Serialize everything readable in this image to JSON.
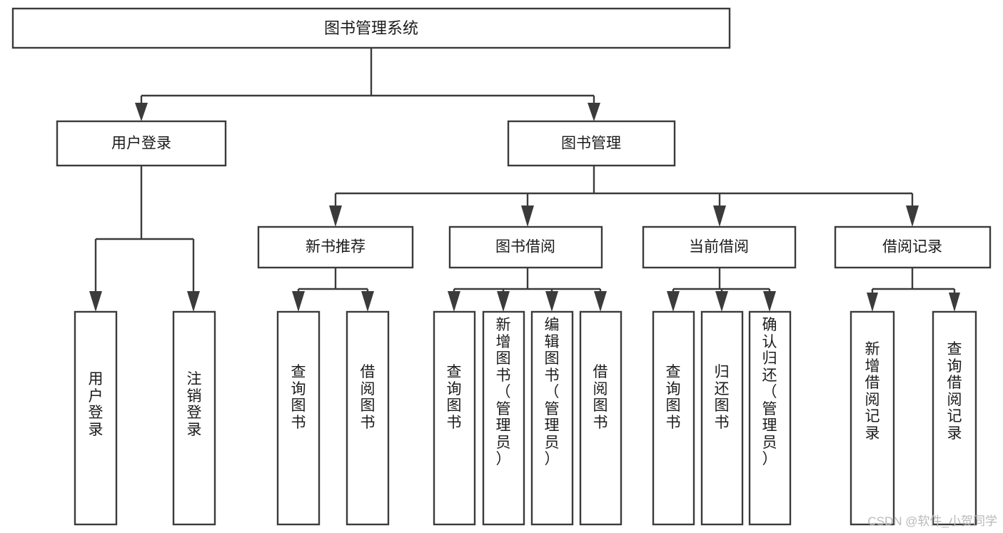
{
  "diagram": {
    "type": "tree",
    "title": "图书管理系统",
    "root": {
      "id": "root",
      "label": "图书管理系统"
    },
    "level2": [
      {
        "id": "user-login",
        "label": "用户登录"
      },
      {
        "id": "book-manage",
        "label": "图书管理"
      }
    ],
    "level3": [
      {
        "id": "new-book-recommend",
        "label": "新书推荐"
      },
      {
        "id": "book-borrow",
        "label": "图书借阅"
      },
      {
        "id": "current-borrow",
        "label": "当前借阅"
      },
      {
        "id": "borrow-record",
        "label": "借阅记录"
      }
    ],
    "leaves": [
      {
        "id": "leaf-user-login",
        "label": "用户登录",
        "parent": "user-login"
      },
      {
        "id": "leaf-logout-login",
        "label": "注销登录",
        "parent": "user-login"
      },
      {
        "id": "leaf-query-book-1",
        "label": "查询图书",
        "parent": "new-book-recommend"
      },
      {
        "id": "leaf-borrow-book-1",
        "label": "借阅图书",
        "parent": "new-book-recommend"
      },
      {
        "id": "leaf-query-book-2",
        "label": "查询图书",
        "parent": "book-borrow"
      },
      {
        "id": "leaf-add-book",
        "label": "新增图书（管理员）",
        "parent": "book-borrow"
      },
      {
        "id": "leaf-edit-book",
        "label": "编辑图书（管理员）",
        "parent": "book-borrow"
      },
      {
        "id": "leaf-borrow-book-2",
        "label": "借阅图书",
        "parent": "book-borrow"
      },
      {
        "id": "leaf-query-book-3",
        "label": "查询图书",
        "parent": "current-borrow"
      },
      {
        "id": "leaf-return-book",
        "label": "归还图书",
        "parent": "current-borrow"
      },
      {
        "id": "leaf-confirm-return",
        "label": "确认归还（管理员）",
        "parent": "current-borrow"
      },
      {
        "id": "leaf-add-record",
        "label": "新增借阅记录",
        "parent": "borrow-record"
      },
      {
        "id": "leaf-query-record",
        "label": "查询借阅记录",
        "parent": "borrow-record"
      }
    ],
    "colors": {
      "stroke": "#3b3b3b",
      "fill": "#ffffff",
      "text": "#1b1b1b",
      "watermark": "#b9b9b9"
    }
  },
  "watermark": {
    "text": "CSDN @软件_小贺同学"
  }
}
